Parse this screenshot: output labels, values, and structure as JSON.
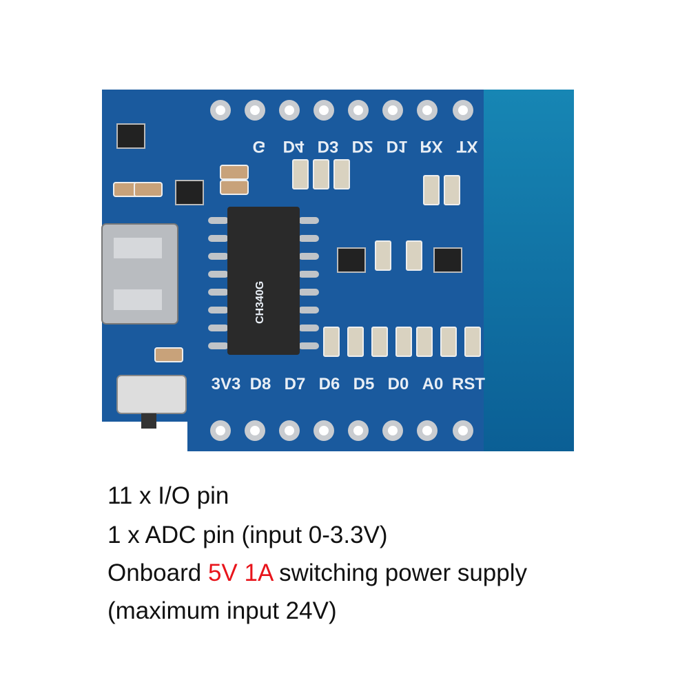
{
  "board": {
    "chip_label": "CH340G",
    "top_pins": [
      "",
      "G",
      "D4",
      "D3",
      "D2",
      "D1",
      "RX",
      "TX"
    ],
    "bottom_pins": [
      "3V3",
      "D8",
      "D7",
      "D6",
      "D5",
      "D0",
      "A0",
      "RST"
    ],
    "colors": {
      "pcb": "#1a5a9e",
      "antenna": "#0f78a8",
      "pad": "#c9ccd0"
    }
  },
  "features": {
    "line1": "11 x I/O pin",
    "line2": "1 x ADC pin (input 0-3.3V)",
    "line3_prefix": "Onboard",
    "line3_highlight": "5V 1A",
    "line3_suffix": "switching power supply",
    "line4": "(maximum input 24V)",
    "highlight_color": "#e8141b"
  }
}
